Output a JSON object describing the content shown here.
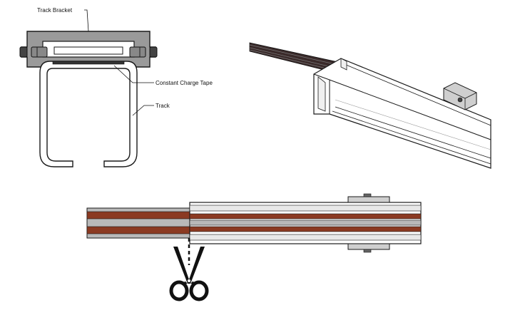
{
  "labels": {
    "track_bracket": "Track Bracket",
    "constant_charge_tape": "Constant Charge Tape",
    "track": "Track"
  },
  "colors": {
    "outline": "#1a1a1a",
    "bracket_fill": "#9a9a9a",
    "bracket_dark": "#5a5a5a",
    "track_fill": "#ffffff",
    "track_light": "#e8e8e8",
    "tape_brown": "#8b3a22",
    "tape_gray": "#b9b9b9"
  },
  "icons": {
    "cut_tool": "scissors-icon"
  }
}
